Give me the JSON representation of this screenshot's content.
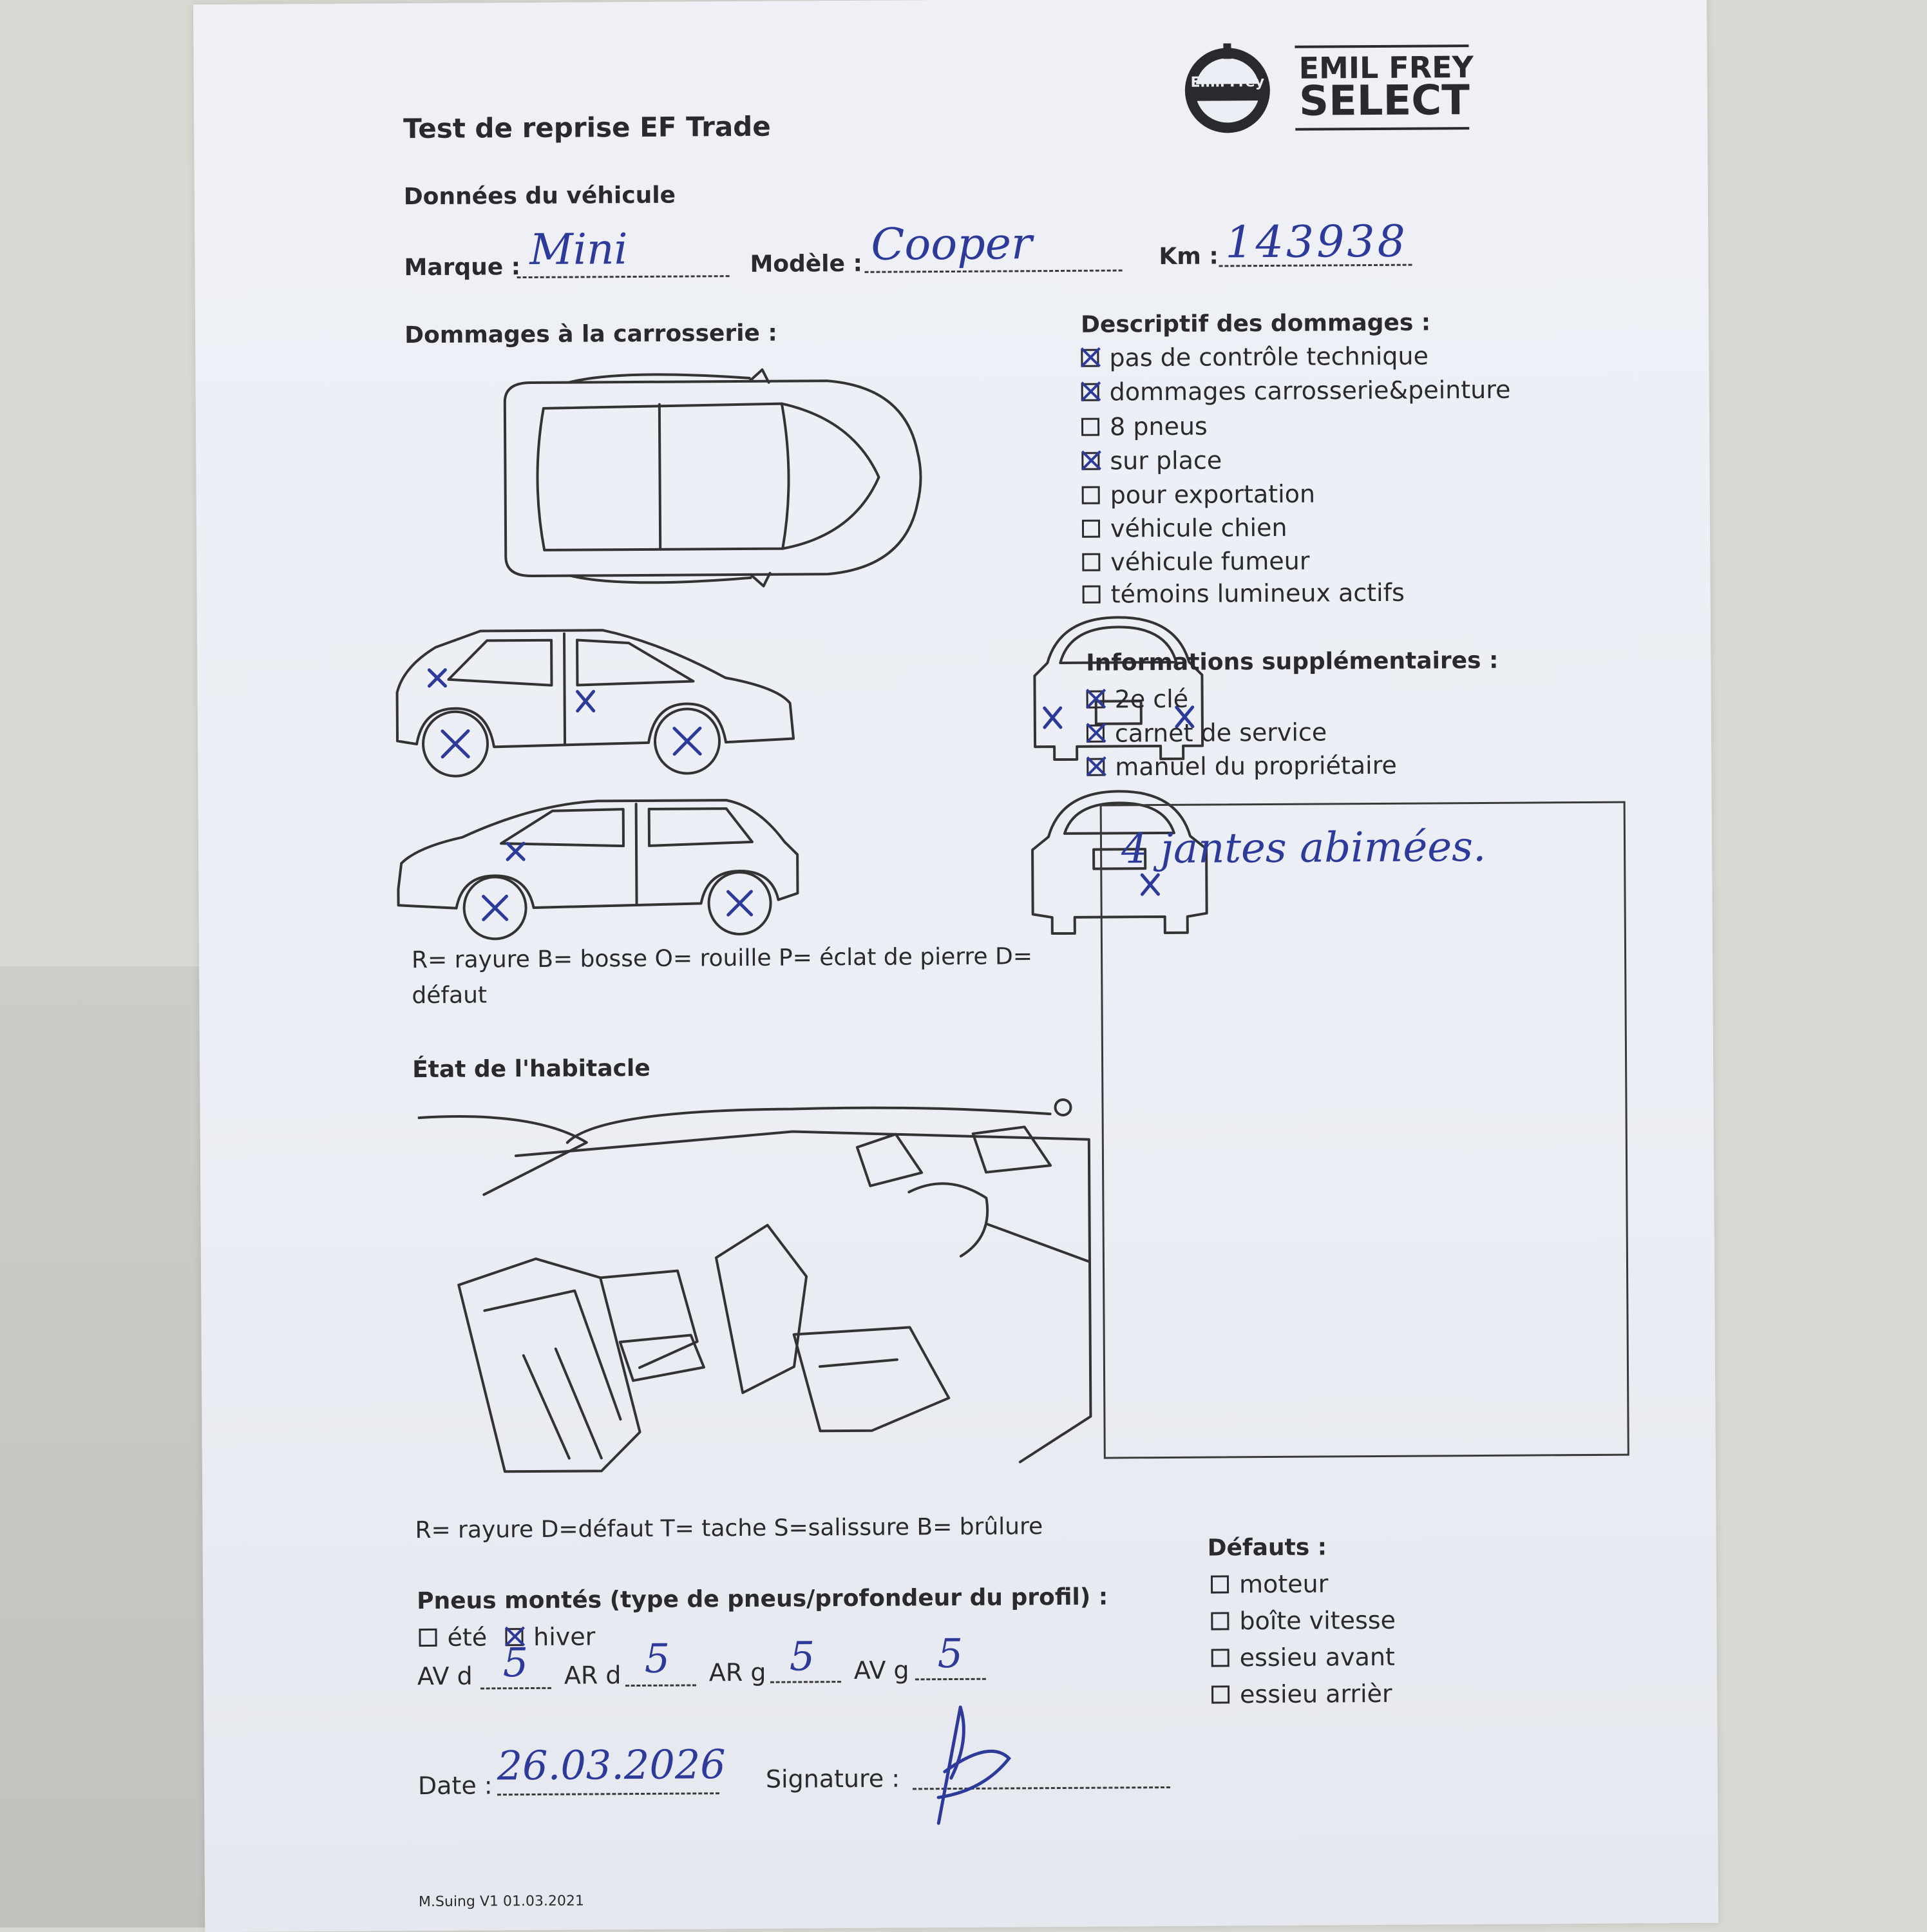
{
  "form": {
    "title": "Test de reprise EF Trade",
    "logo_small": "Emil Frey",
    "logo_brand_line1": "EMIL FREY",
    "logo_brand_line2": "SELECT",
    "vehicle_heading": "Données du véhicule",
    "marque_label": "Marque :",
    "marque_value": "Mini",
    "modele_label": "Modèle :",
    "modele_value": "Cooper",
    "km_label": "Km :",
    "km_value": "143938",
    "body_damage_heading": "Dommages à la carrosserie :",
    "body_legend_line1": "R= rayure B= bosse O= rouille P= éclat de pierre D=",
    "body_legend_line2": "défaut",
    "interior_heading": "État de l'habitacle",
    "interior_legend": "R= rayure D=défaut T= tache S=salissure B= brûlure",
    "damage_desc_heading": "Descriptif des dommages :",
    "damage_items": [
      {
        "label": "pas de contrôle technique",
        "checked": true
      },
      {
        "label": "dommages carrosserie&peinture",
        "checked": true
      },
      {
        "label": "8 pneus",
        "checked": false
      },
      {
        "label": "sur place",
        "checked": true
      },
      {
        "label": "pour exportation",
        "checked": false
      },
      {
        "label": "véhicule chien",
        "checked": false
      },
      {
        "label": "véhicule fumeur",
        "checked": false
      },
      {
        "label": "témoins lumineux actifs",
        "checked": false
      }
    ],
    "extra_heading": "Informations supplémentaires :",
    "extra_items": [
      {
        "label": "2e clé",
        "checked": true
      },
      {
        "label": "carnet de service",
        "checked": true
      },
      {
        "label": "manuel du propriétaire",
        "checked": true
      }
    ],
    "notes_text": "4 jantes abimées.",
    "defects_heading": "Défauts :",
    "defect_items": [
      {
        "label": "moteur",
        "checked": false
      },
      {
        "label": "boîte vitesse",
        "checked": false
      },
      {
        "label": "essieu avant",
        "checked": false
      },
      {
        "label": "essieu arrièr",
        "checked": false
      }
    ],
    "tyres_heading": "Pneus montés (type de pneus/profondeur du profil) :",
    "tyre_summer_label": "été",
    "tyre_summer_checked": false,
    "tyre_winter_label": "hiver",
    "tyre_winter_checked": true,
    "av_d_label": "AV d",
    "av_d_value": "5",
    "ar_d_label": "AR d",
    "ar_d_value": "5",
    "ar_g_label": "AR g",
    "ar_g_value": "5",
    "av_g_label": "AV g",
    "av_g_value": "5",
    "date_label": "Date :",
    "date_value": "26.03.2026",
    "signature_label": "Signature :",
    "footer": "M.Suing V1 01.03.2021"
  },
  "colors": {
    "ink": "#2e3a9a",
    "print": "#2a2a2e",
    "paper": "#eceef5"
  }
}
